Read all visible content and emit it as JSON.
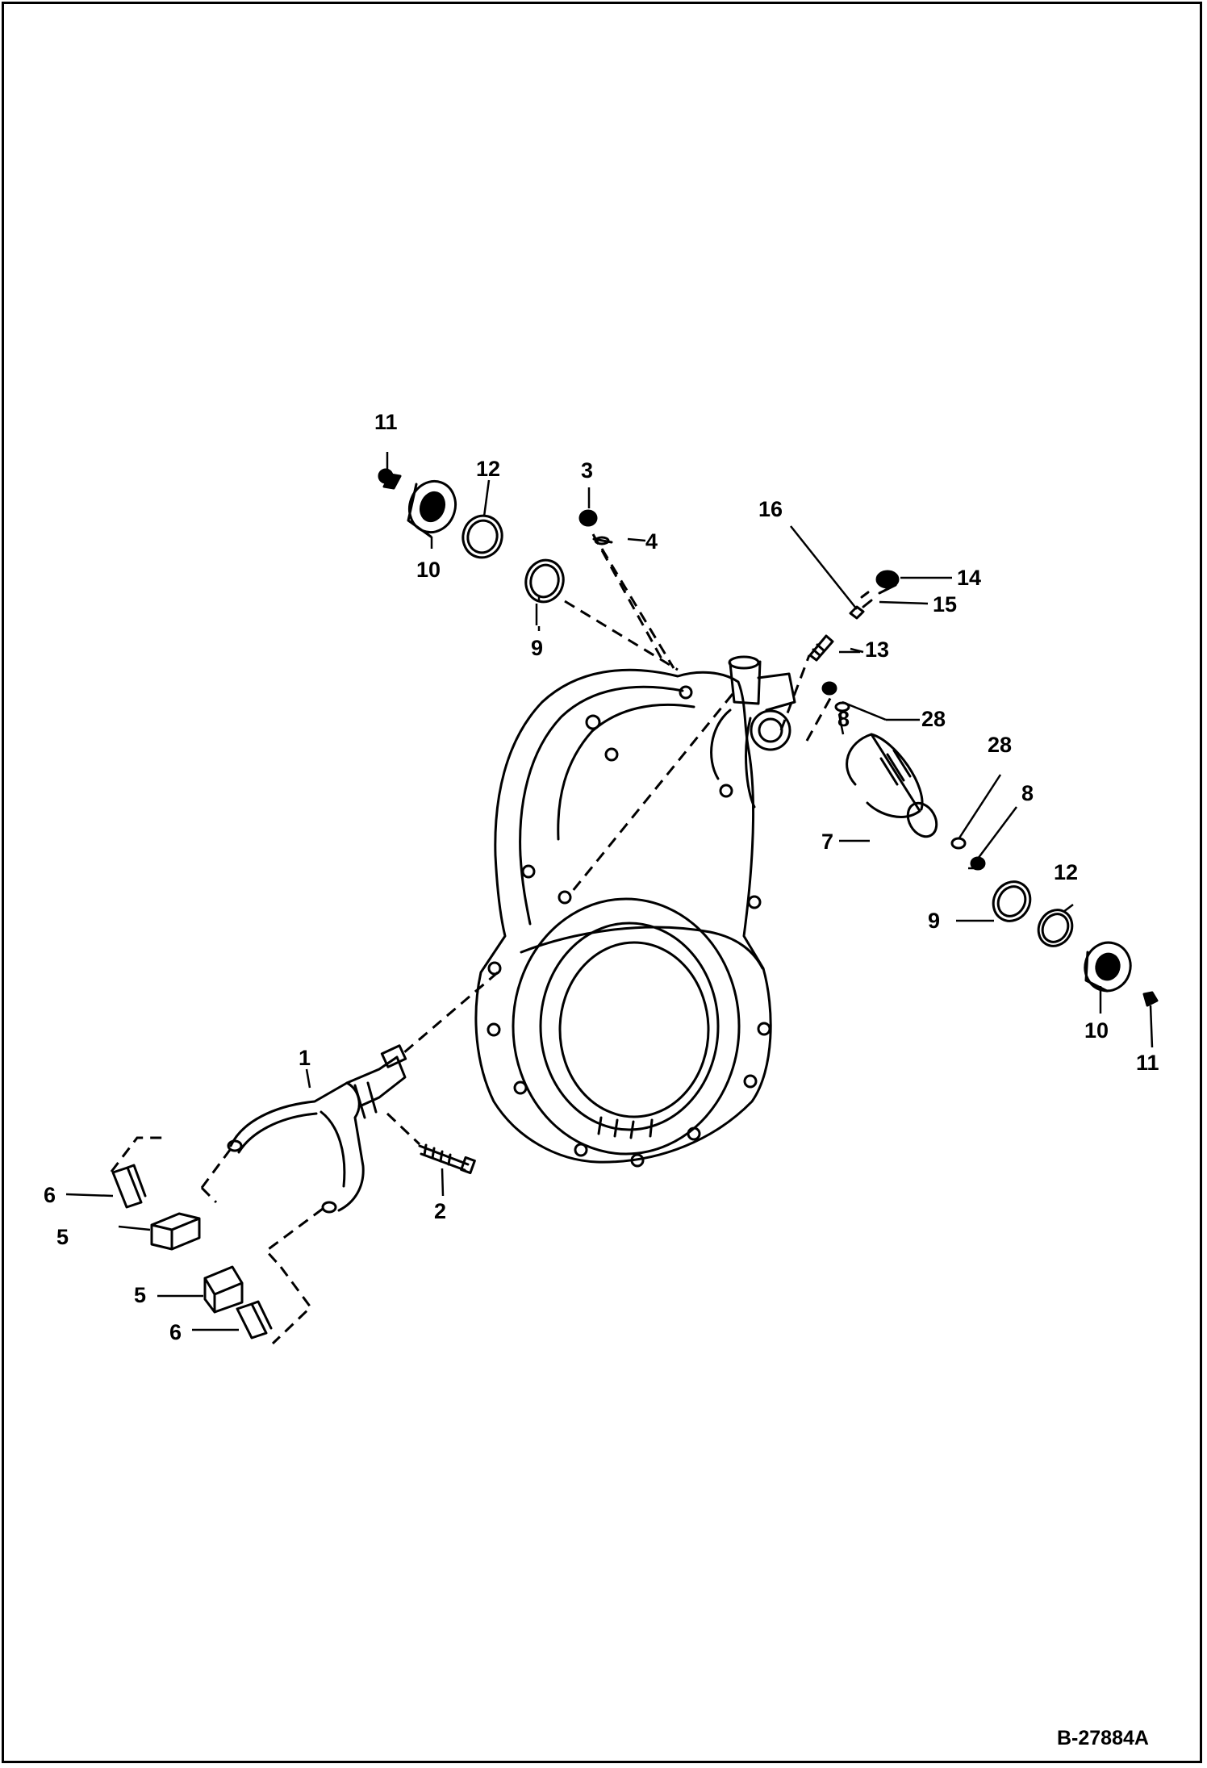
{
  "figure_number": "B-27884A",
  "callouts": [
    "1",
    "2",
    "3",
    "4",
    "5",
    "5",
    "6",
    "6",
    "7",
    "8",
    "8",
    "9",
    "9",
    "10",
    "10",
    "11",
    "11",
    "12",
    "12",
    "13",
    "14",
    "15",
    "16",
    "28",
    "28"
  ]
}
